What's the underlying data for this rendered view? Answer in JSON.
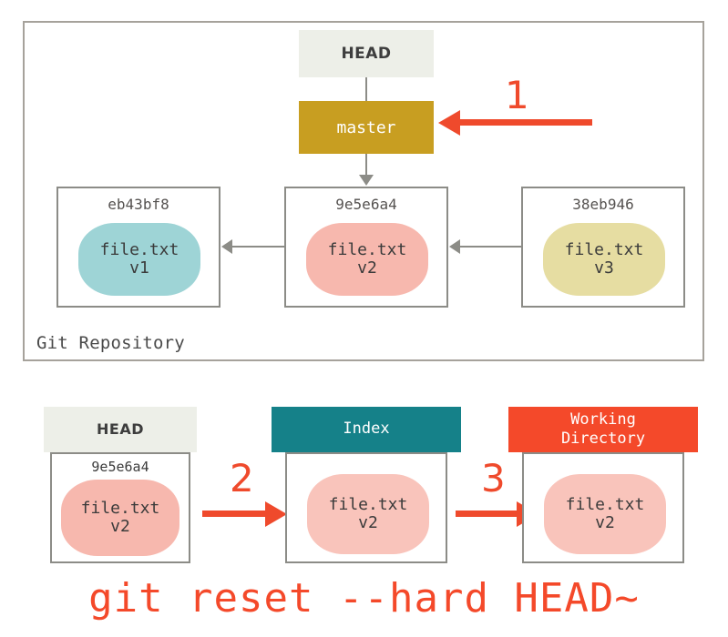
{
  "repository": {
    "label": "Git Repository",
    "head_label": "HEAD",
    "branch_label": "master",
    "commits": [
      {
        "sha": "eb43bf8",
        "file": "file.txt",
        "version": "v1",
        "color": "#9ed4d6"
      },
      {
        "sha": "9e5e6a4",
        "file": "file.txt",
        "version": "v2",
        "color": "#f7b8ae"
      },
      {
        "sha": "38eb946",
        "file": "file.txt",
        "version": "v3",
        "color": "#e6dda2"
      }
    ]
  },
  "steps": {
    "one": "1",
    "two": "2",
    "three": "3"
  },
  "trees": [
    {
      "title": "HEAD",
      "sha": "9e5e6a4",
      "file": "file.txt",
      "version": "v2",
      "header_color": "#edefe8",
      "blob_color": "#f7b8ae"
    },
    {
      "title": "Index",
      "sha": "",
      "file": "file.txt",
      "version": "v2",
      "header_color": "#158189",
      "blob_color": "#f9c4bb"
    },
    {
      "title_line1": "Working",
      "title_line2": "Directory",
      "sha": "",
      "file": "file.txt",
      "version": "v2",
      "header_color": "#f4492a",
      "blob_color": "#f9c4bb"
    }
  ],
  "command": "git reset --hard HEAD~",
  "colors": {
    "accent_red": "#ef4a2c",
    "branch_gold": "#c89e21",
    "index_teal": "#158189",
    "working_red": "#f4492a",
    "line_gray": "#8c8c87",
    "frame_gray": "#a6a29b"
  }
}
